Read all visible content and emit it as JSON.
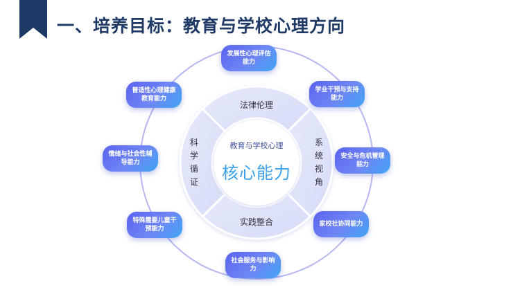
{
  "title": "一、培养目标：教育与学校心理方向",
  "colors": {
    "title": "#1f3a66",
    "accent_dark": "#1e3a66",
    "node_gradient": [
      "#5b63ef",
      "#6f86f5",
      "#3ea6f2"
    ],
    "outer_ring": "#b4b7f2",
    "segment_fill": "#dfe3f8",
    "center_text": "#3aa0ea"
  },
  "center": {
    "subtitle": "教育与学校心理",
    "main": "核心能力"
  },
  "ring_segments": {
    "top": "法律伦理",
    "bottom": "实践整合",
    "left": "科学循证",
    "right": "系统视角"
  },
  "nodes": [
    "发展性心理评估能力",
    "学业干预与支持能力",
    "安全与危机管理能力",
    "家校社协同能力",
    "社会服务与影响力",
    "特殊需要儿童干预能力",
    "情绪与社会性辅导能力",
    "普适性心理健康教育能力"
  ]
}
